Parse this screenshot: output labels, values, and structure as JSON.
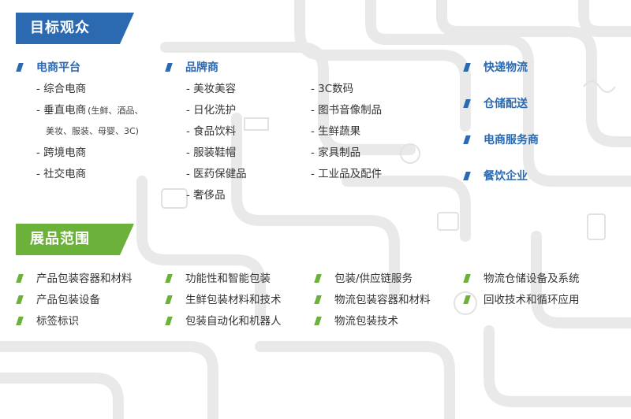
{
  "audience": {
    "title": "目标观众",
    "groups": [
      {
        "heading": "电商平台",
        "items": [
          "- 综合电商",
          "- 垂直电商",
          "(生鲜、酒品、",
          "美妆、服装、母婴、3C)",
          "- 跨境电商",
          "- 社交电商"
        ]
      },
      {
        "heading": "品牌商",
        "items_col1": [
          "- 美妆美容",
          "- 日化洗护",
          "- 食品饮料",
          "- 服装鞋帽",
          "- 医药保健品",
          "- 奢侈品"
        ],
        "items_col2": [
          "- 3C数码",
          "- 图书音像制品",
          "- 生鲜蔬果",
          "- 家具制品",
          "- 工业品及配件"
        ]
      }
    ],
    "right_headings": [
      "快递物流",
      "仓储配送",
      "电商服务商",
      "餐饮企业"
    ]
  },
  "exhibits": {
    "title": "展品范围",
    "columns": [
      [
        "产品包装容器和材料",
        "产品包装设备",
        "标签标识"
      ],
      [
        "功能性和智能包装",
        "生鲜包装材料和技术",
        "包装自动化和机器人"
      ],
      [
        "包装/供应链服务",
        "物流包装容器和材料",
        "物流包装技术"
      ],
      [
        "物流仓储设备及系统",
        "回收技术和循环应用"
      ]
    ]
  },
  "colors": {
    "blue": "#2b6ab1",
    "green": "#6bb13a",
    "decor": "#e6e6e6"
  },
  "icons": [
    "pipe-background-decor",
    "slash-bullet-icon"
  ]
}
